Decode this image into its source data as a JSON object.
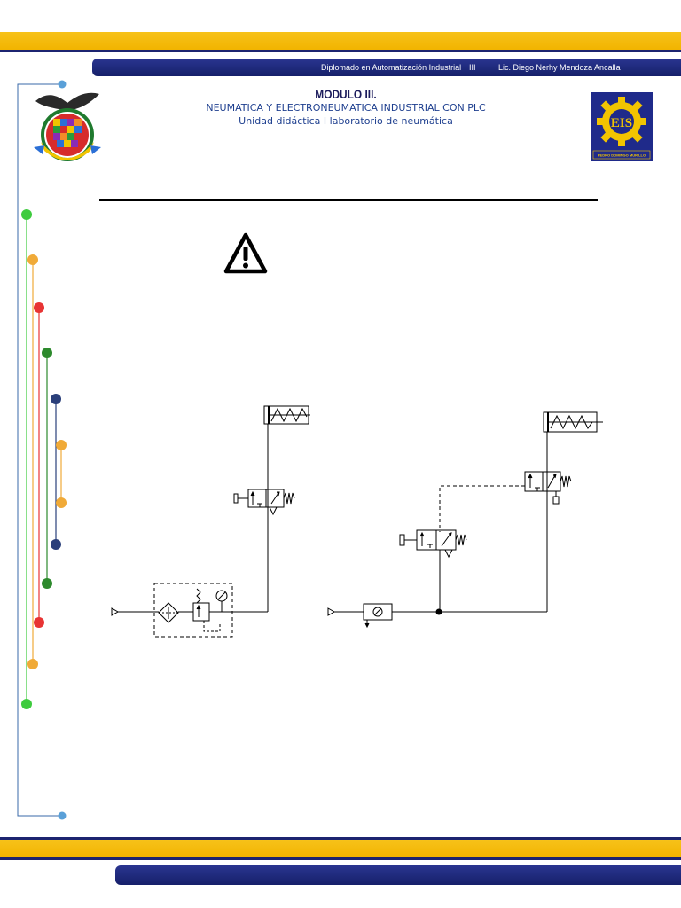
{
  "header": {
    "course": "Diplomado en Automatización Industrial",
    "separator": "III",
    "instructor": "Lic. Diego Nerhy Mendoza Ancalla"
  },
  "document": {
    "module_title": "MODULO III.",
    "subtitle": "NEUMATICA Y ELECTRONEUMATICA INDUSTRIAL CON PLC",
    "unit": "Unidad didáctica I laboratorio de neumática"
  },
  "logos": {
    "left_logo": "university-seal-icon",
    "right_logo": "gear-logo-icon",
    "right_caption": "PEDRO DOMINGO MURILLO",
    "right_letters": "EIS"
  },
  "colors": {
    "gold": "#f2b400",
    "navy": "#1c2470",
    "green": "#3ecb3e",
    "orange": "#f0aa38",
    "red": "#e83434",
    "dark_green": "#2d8a2d",
    "dark_blue": "#2a3f7a",
    "light_blue": "#5aa0d8"
  },
  "icons": {
    "warning": "warning-triangle-icon"
  }
}
